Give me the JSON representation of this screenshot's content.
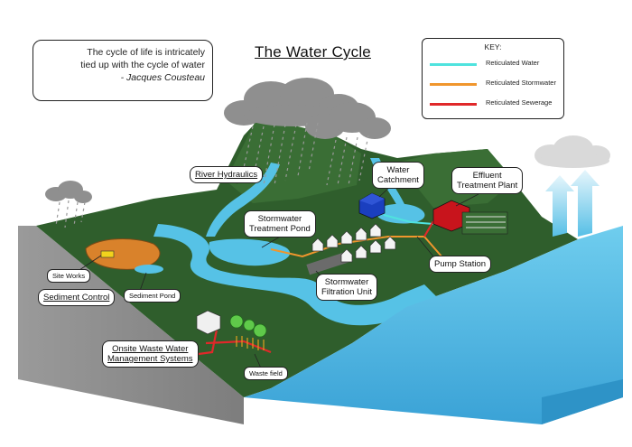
{
  "title": "The Water Cycle",
  "quote": {
    "line1": "The cycle of life is intricately",
    "line2": "tied up with the cycle of water",
    "author": "- Jacques Cousteau"
  },
  "key": {
    "heading": "KEY:",
    "items": [
      {
        "label": "Reticulated Water",
        "color": "#4fe3de"
      },
      {
        "label": "Reticulated Stormwater",
        "color": "#f0962d"
      },
      {
        "label": "Reticulated Sewerage",
        "color": "#e0282a"
      }
    ]
  },
  "labels": {
    "river_hydraulics": "River Hydraulics",
    "water_catchment_1": "Water",
    "water_catchment_2": "Catchment",
    "effluent_1": "Effluent",
    "effluent_2": "Treatment Plant",
    "stormwater_pond_1": "Stormwater",
    "stormwater_pond_2": "Treatment Pond",
    "pump_station": "Pump Station",
    "filtration_1": "Stormwater",
    "filtration_2": "Filtration Unit",
    "site_works": "Site Works",
    "sediment_control": "Sediment Control",
    "sediment_pond": "Sediment Pond",
    "onsite_1": "Onsite Waste Water",
    "onsite_2": "Management Systems",
    "waste_field": "Waste field"
  },
  "colors": {
    "land": "#2f5e2c",
    "land_dark": "#234a21",
    "soil": "#8a8a8a",
    "water": "#56c2e6",
    "water_side": "#3aa9d8",
    "cloud": "#8f8f8f",
    "cloud_light": "#d9d9d9"
  }
}
